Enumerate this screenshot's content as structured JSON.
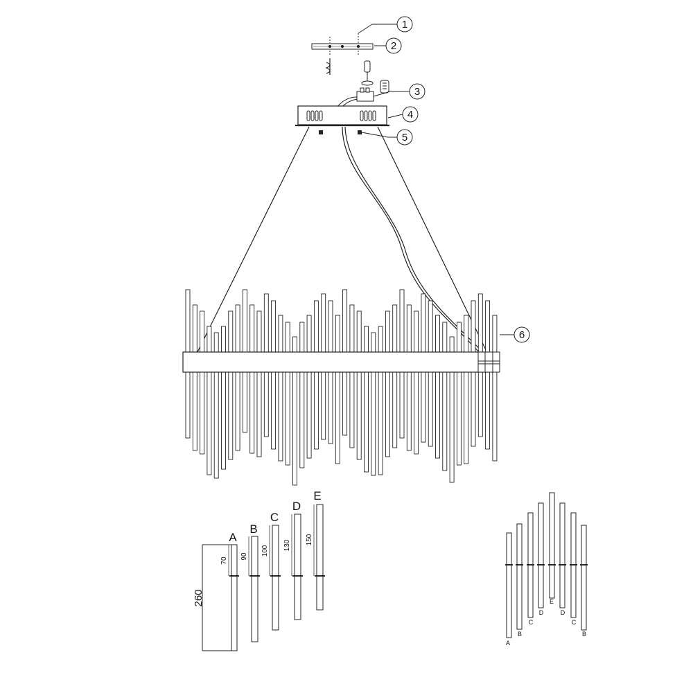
{
  "callouts": [
    "1",
    "2",
    "3",
    "4",
    "5",
    "6"
  ],
  "rod_types": [
    {
      "letter": "A",
      "length": "70"
    },
    {
      "letter": "B",
      "length": "90"
    },
    {
      "letter": "C",
      "length": "100"
    },
    {
      "letter": "D",
      "length": "130"
    },
    {
      "letter": "E",
      "length": "150"
    }
  ],
  "overall_length": "260",
  "arrangement_labels": [
    "A",
    "B",
    "C",
    "D",
    "E",
    "D",
    "C",
    "B"
  ]
}
